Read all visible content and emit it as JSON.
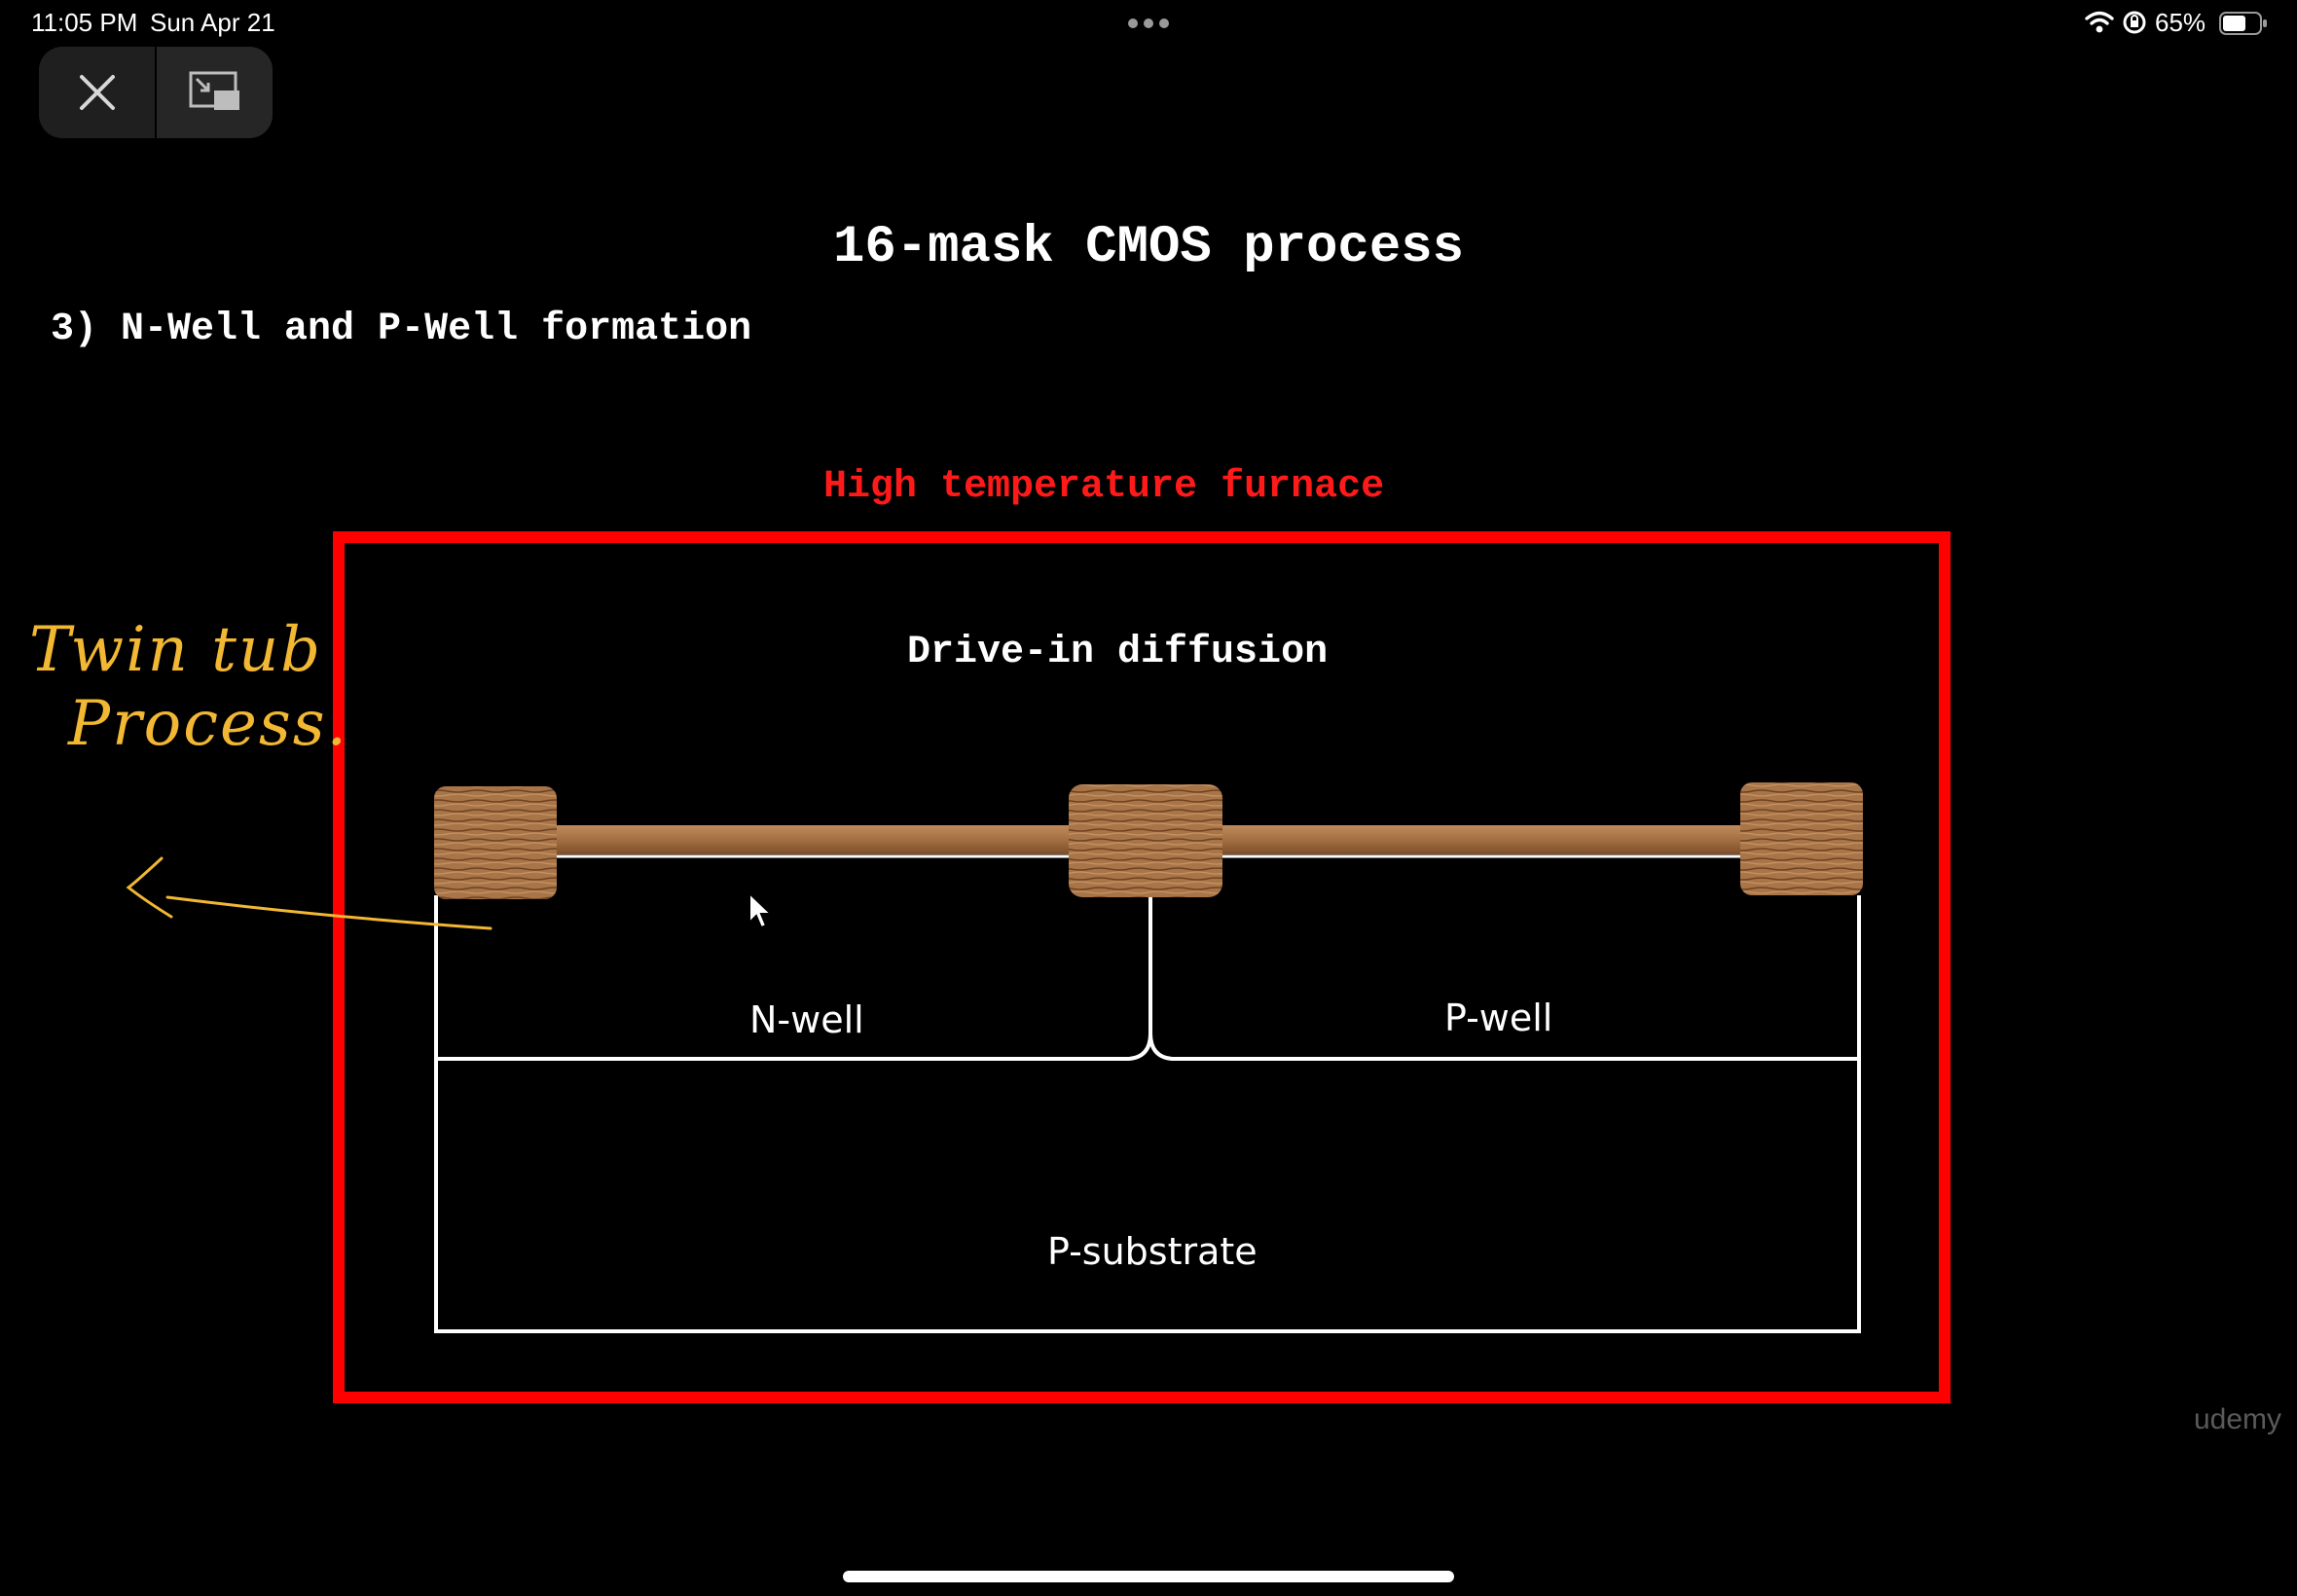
{
  "status_bar": {
    "time": "11:05 PM",
    "date": "Sun Apr 21",
    "battery_percent": "65%",
    "battery_level": 0.65,
    "icons": [
      "more-dots-icon",
      "wifi-icon",
      "rotation-lock-icon",
      "battery-icon"
    ]
  },
  "video_controls": {
    "close_icon": "close-icon",
    "pip_icon": "picture-in-picture-icon"
  },
  "slide": {
    "title": "16-mask CMOS process",
    "subtitle": "3) N-Well and P-Well formation",
    "furnace_label": "High temperature furnace",
    "process_label": "Drive-in diffusion",
    "regions": {
      "n_well": "N-well",
      "p_well": "P-well",
      "p_substrate": "P-substrate"
    }
  },
  "annotation": {
    "line1": "Twin tub",
    "line2": "Process.",
    "color": "#f2b733"
  },
  "watermark": "udemy",
  "colors": {
    "furnace_red": "#ff0000",
    "oxide_wood": "#a8784a",
    "background": "#000000"
  }
}
